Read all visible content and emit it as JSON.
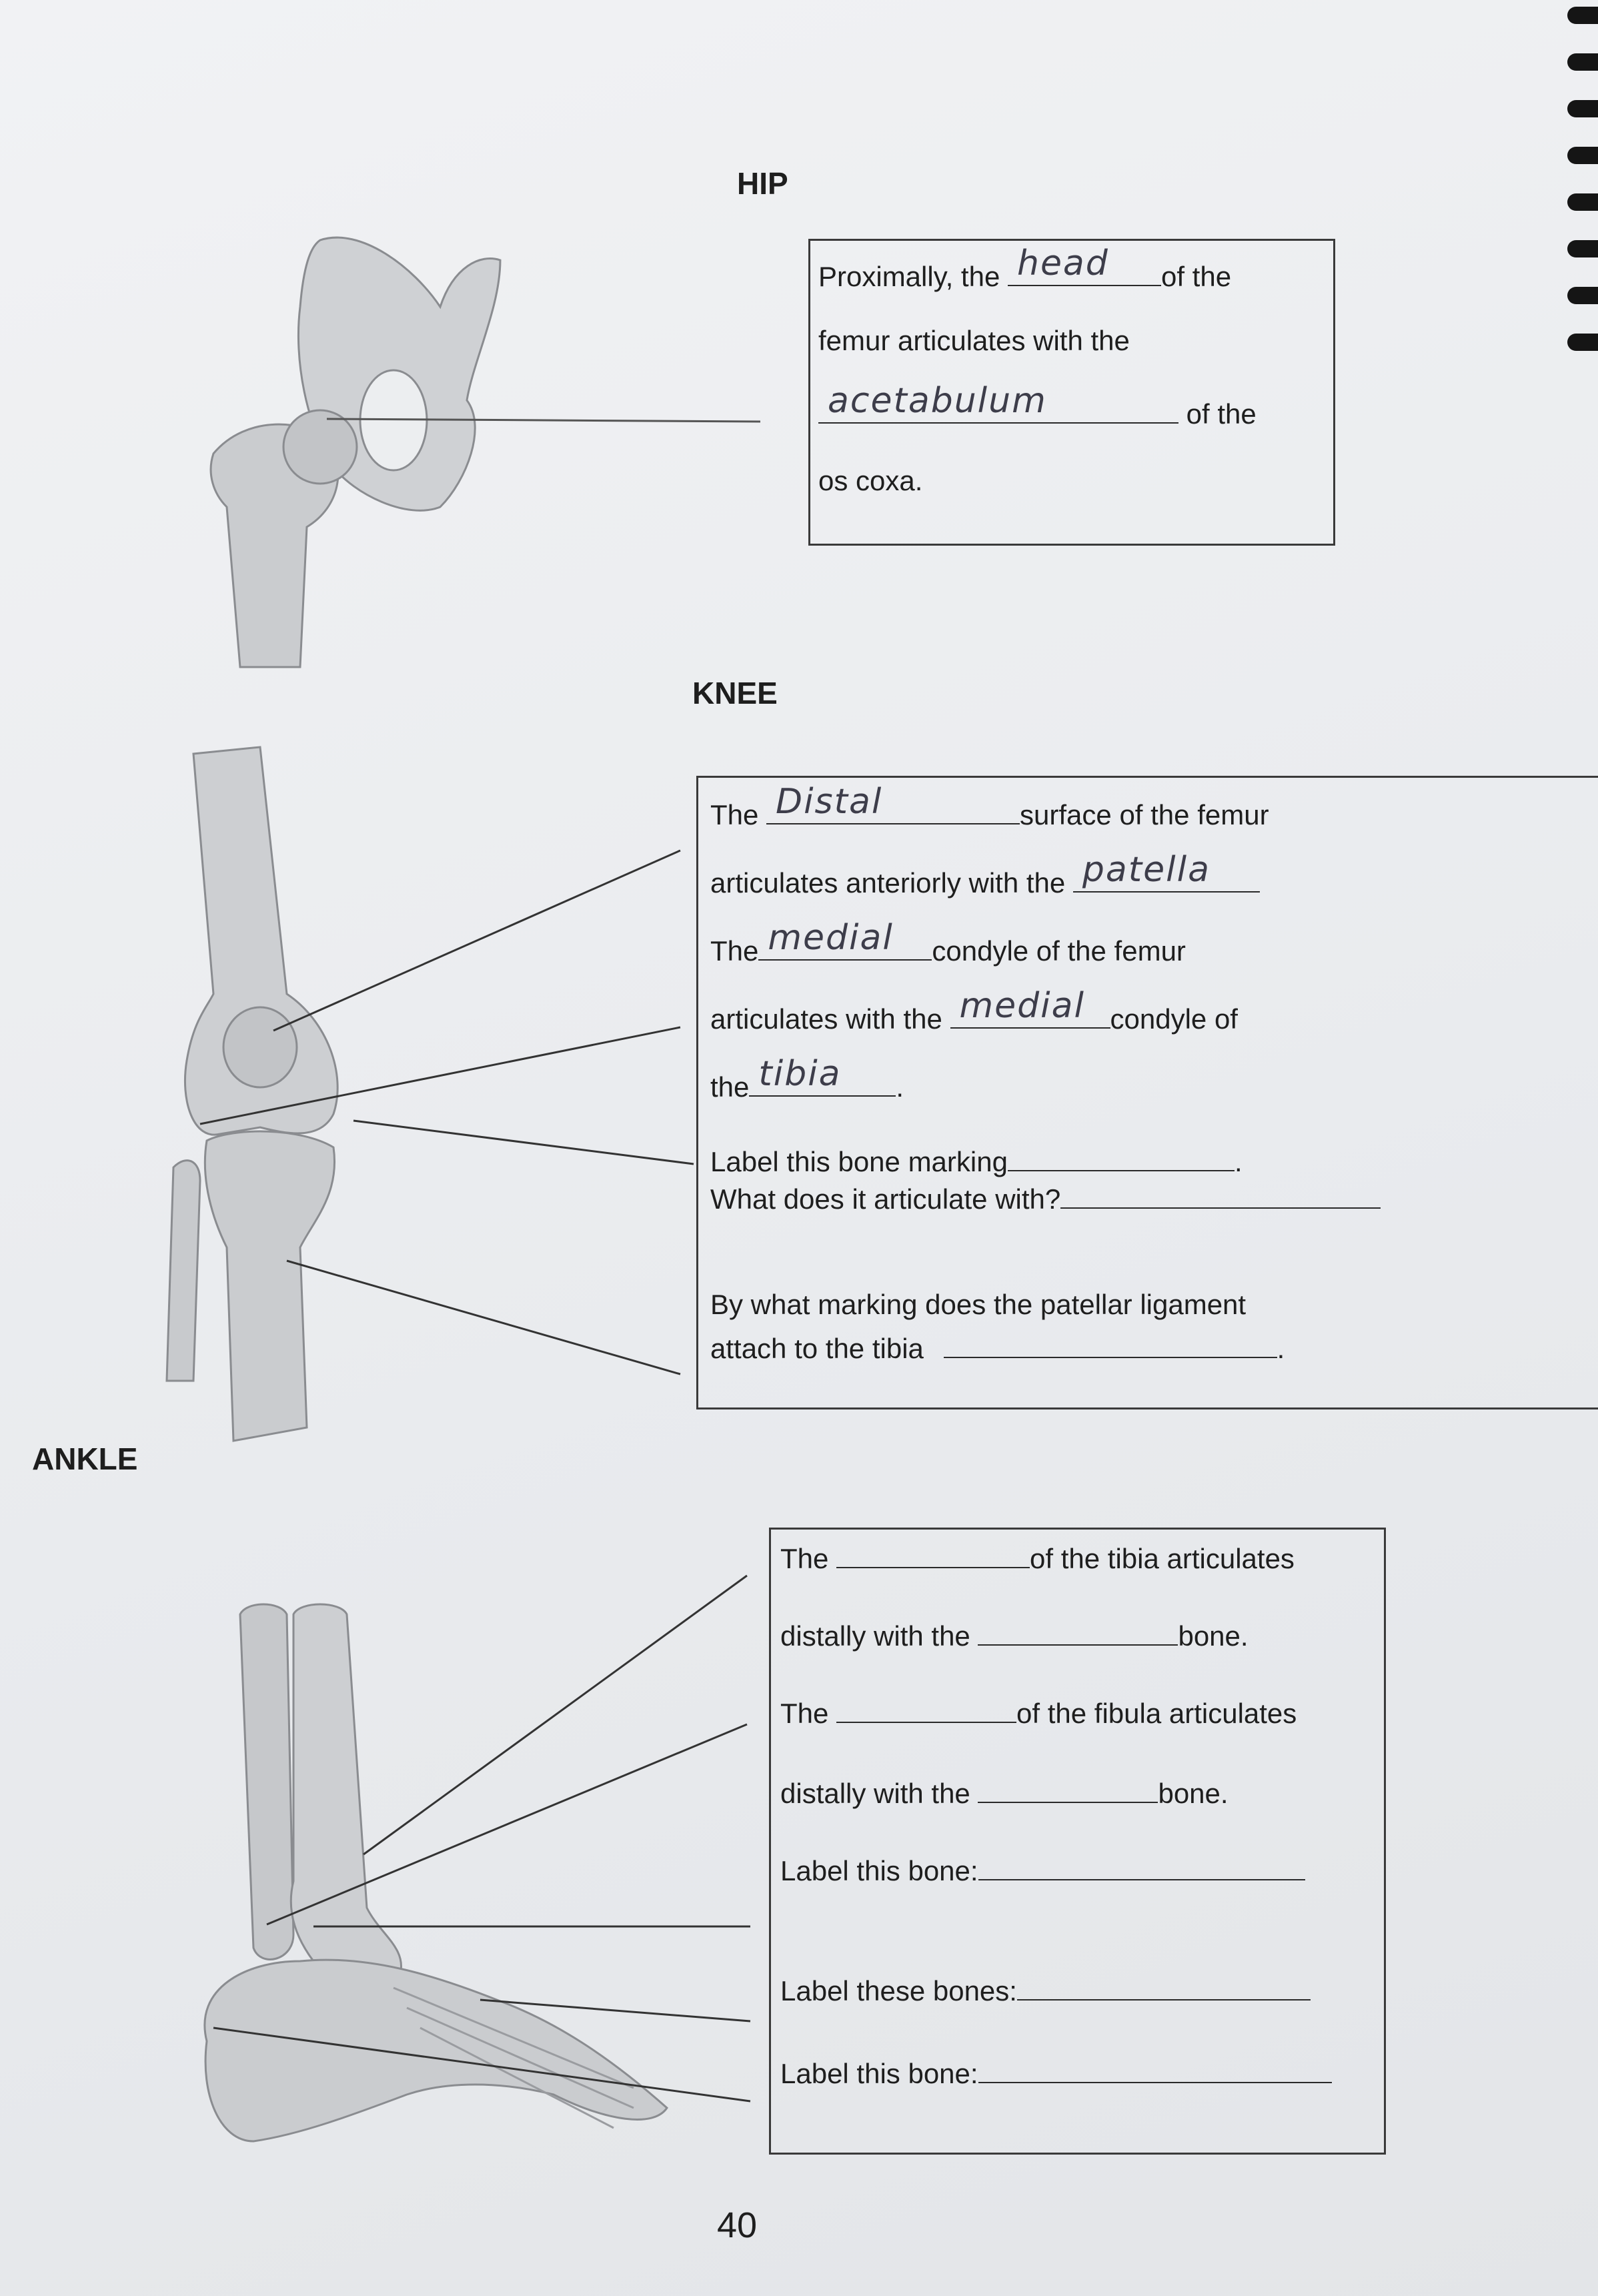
{
  "hip": {
    "heading": "HIP",
    "line1_pre": "Proximally, the",
    "line1_answer": "head",
    "line1_post": "of the",
    "line2": "femur articulates with the",
    "line3_answer": "acetabulum",
    "line3_post": "of the",
    "line4": "os coxa."
  },
  "knee": {
    "heading": "KNEE",
    "l1_pre": "The",
    "l1_answer": "Distal",
    "l1_post": "surface of the femur",
    "l2_pre": "articulates anteriorly with the",
    "l2_answer": "patella",
    "l3_pre": "The",
    "l3_answer": "medial",
    "l3_post": "condyle of the femur",
    "l4_pre": "articulates with the",
    "l4_answer": "medial",
    "l4_post": "condyle of",
    "l5_pre": "the",
    "l5_answer": "tibia",
    "l5_post": ".",
    "l6": "Label this bone marking",
    "l6_post": ".",
    "l7": "What does it articulate with?",
    "l8": "By what marking does the patellar ligament",
    "l9": "attach to the tibia",
    "l9_post": "."
  },
  "ankle": {
    "heading": "ANKLE",
    "l1_pre": "The",
    "l1_post": "of the tibia articulates",
    "l2_pre": "distally with the",
    "l2_post": "bone.",
    "l3_pre": "The",
    "l3_post": "of the fibula articulates",
    "l4_pre": "distally with the",
    "l4_post": "bone.",
    "l5": "Label this bone:",
    "l6": "Label these bones:",
    "l7": "Label this bone:"
  },
  "page_number": "40"
}
